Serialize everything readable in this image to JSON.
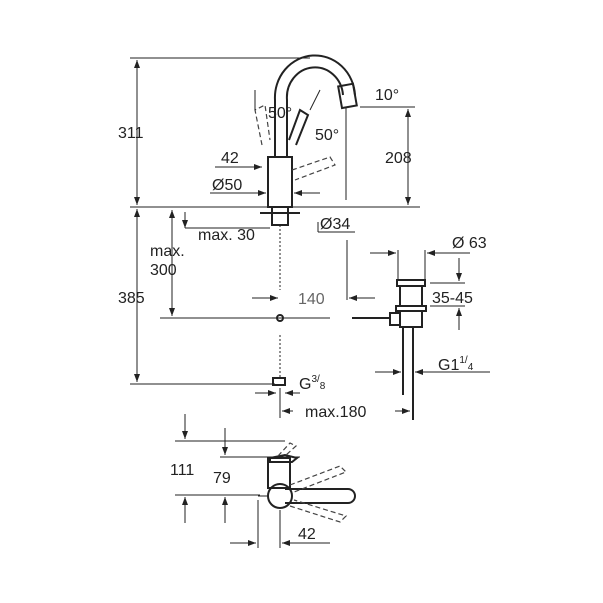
{
  "dimensions": {
    "total_height": "311",
    "spout_height": "208",
    "spout_angle": "10°",
    "swivel_left": "50°",
    "swivel_right": "50°",
    "lever_offset": "42",
    "body_diameter": "Ø50",
    "hole_diameter": "Ø34",
    "max_deck": "max. 30",
    "max_hose_1": "max.",
    "max_hose_2": "300",
    "below_deck": "385",
    "waste_offset": "140",
    "waste_diameter": "Ø 63",
    "waste_range": "35-45",
    "waste_thread": "G1",
    "waste_thread_num": "1",
    "waste_thread_den": "4",
    "supply_thread": "G",
    "supply_num": "3",
    "supply_den": "8",
    "max_reach": "max.180",
    "plan_depth": "111",
    "plan_lever": "79",
    "plan_offset": "42"
  },
  "colors": {
    "line": "#222222",
    "background": "#ffffff"
  }
}
